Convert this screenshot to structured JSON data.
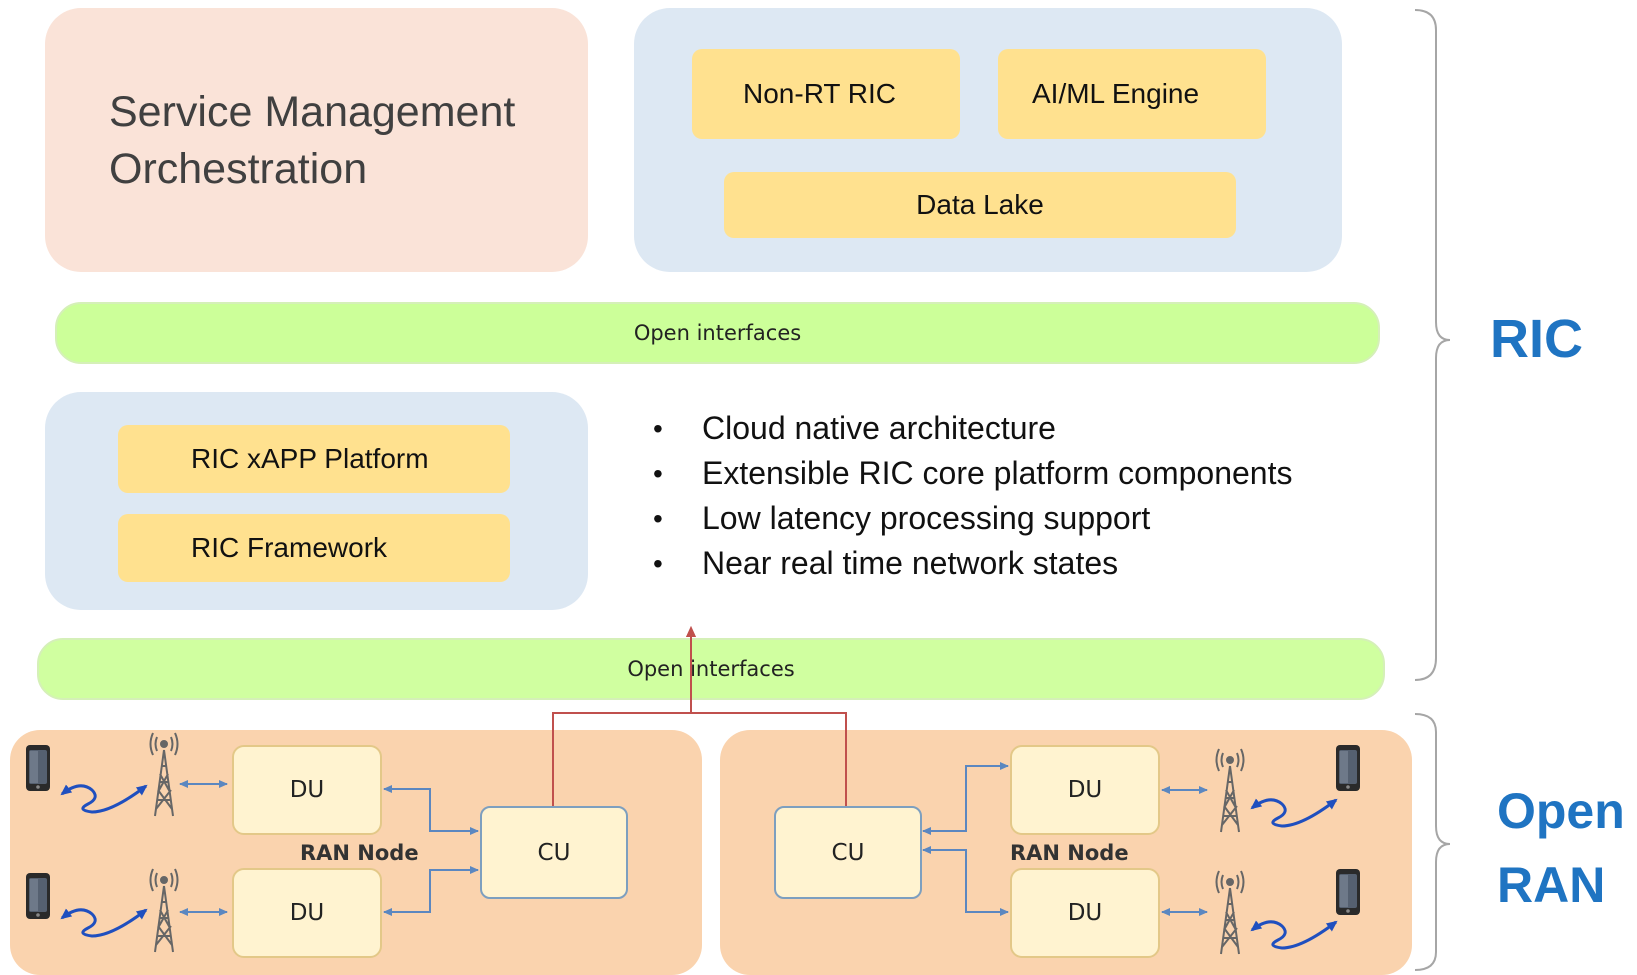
{
  "smo": {
    "title": "Service Management\nOrchestration"
  },
  "non_rt": {
    "nonrt_ric": "Non-RT RIC",
    "aiml_engine": "AI/ML Engine",
    "data_lake": "Data Lake"
  },
  "open_interfaces_top": "Open interfaces",
  "near_rt": {
    "xapp_platform": "RIC xAPP Platform",
    "framework": "RIC Framework"
  },
  "features": [
    "Cloud native architecture",
    "Extensible RIC core platform components",
    "Low latency processing support",
    "Near real time network states"
  ],
  "open_interfaces_bottom": "Open interfaces",
  "ran_left": {
    "du_top": "DU",
    "du_bottom": "DU",
    "cu": "CU",
    "node_label": "RAN Node"
  },
  "ran_right": {
    "du_top": "DU",
    "du_bottom": "DU",
    "cu": "CU",
    "node_label": "RAN Node"
  },
  "side_labels": {
    "ric": "RIC",
    "open_ran_line1": "Open",
    "open_ran_line2": "RAN"
  },
  "colors": {
    "smo_fill": "#fae3d8",
    "panel_blue": "#dde8f3",
    "component_yellow": "#ffe18f",
    "interface_green": "#ccff99",
    "ran_orange": "#fad3ae",
    "label_blue": "#1f74c2",
    "arrow_blue": "#5b87c0",
    "link_red": "#c0504d"
  },
  "icons": [
    "smartphone-icon",
    "cell-tower-icon",
    "wireless-wave-icon"
  ]
}
